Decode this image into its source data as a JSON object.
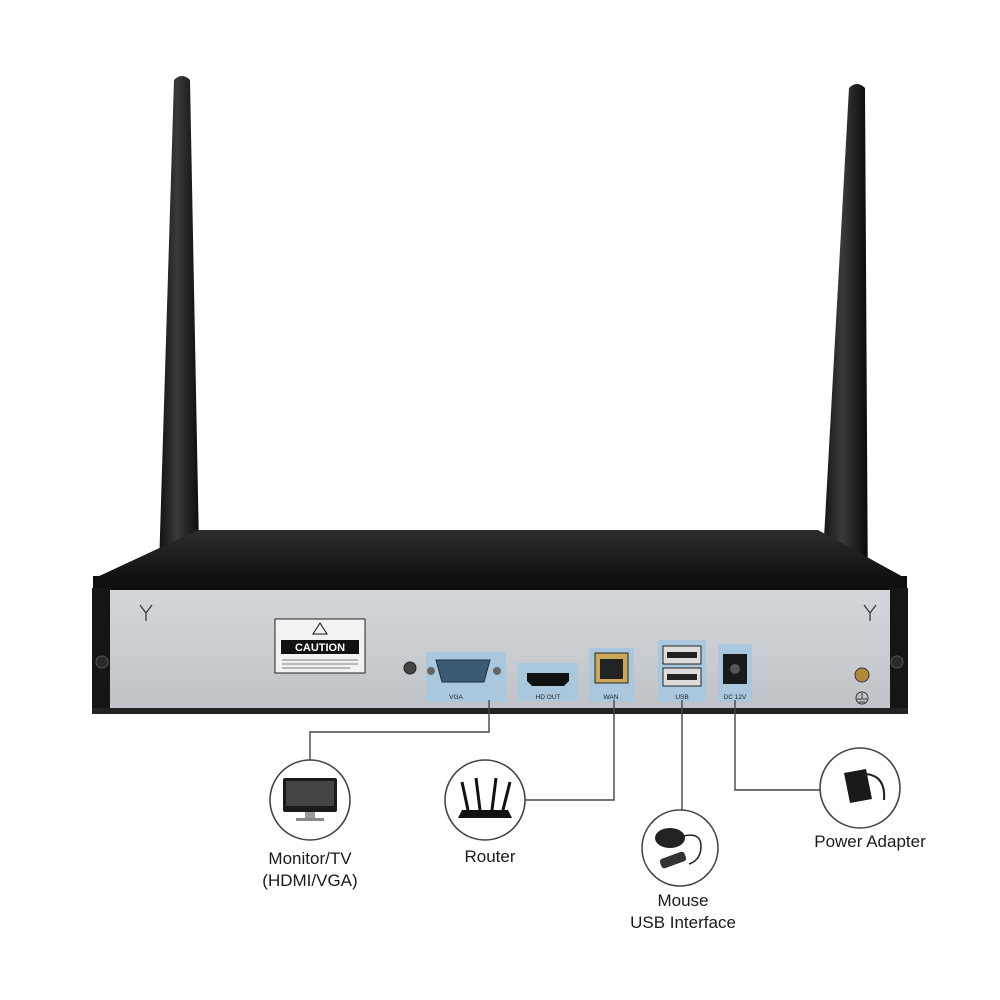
{
  "device": {
    "caution_title": "CAUTION",
    "ports": {
      "vga": "VGA",
      "hdmi": "HD OUT",
      "wan": "WAN",
      "usb": "USB",
      "dc": "DC 12V"
    }
  },
  "connections": {
    "monitor": {
      "line1": "Monitor/TV",
      "line2": "(HDMI/VGA)"
    },
    "router": {
      "label": "Router"
    },
    "mouse": {
      "line1": "Mouse",
      "line2": "USB Interface"
    },
    "power": {
      "label": "Power Adapter"
    }
  },
  "colors": {
    "panel": "#c9ccd0",
    "chassis": "#1b1b1b",
    "port_highlight": "#a9c8de",
    "line": "#444444"
  }
}
